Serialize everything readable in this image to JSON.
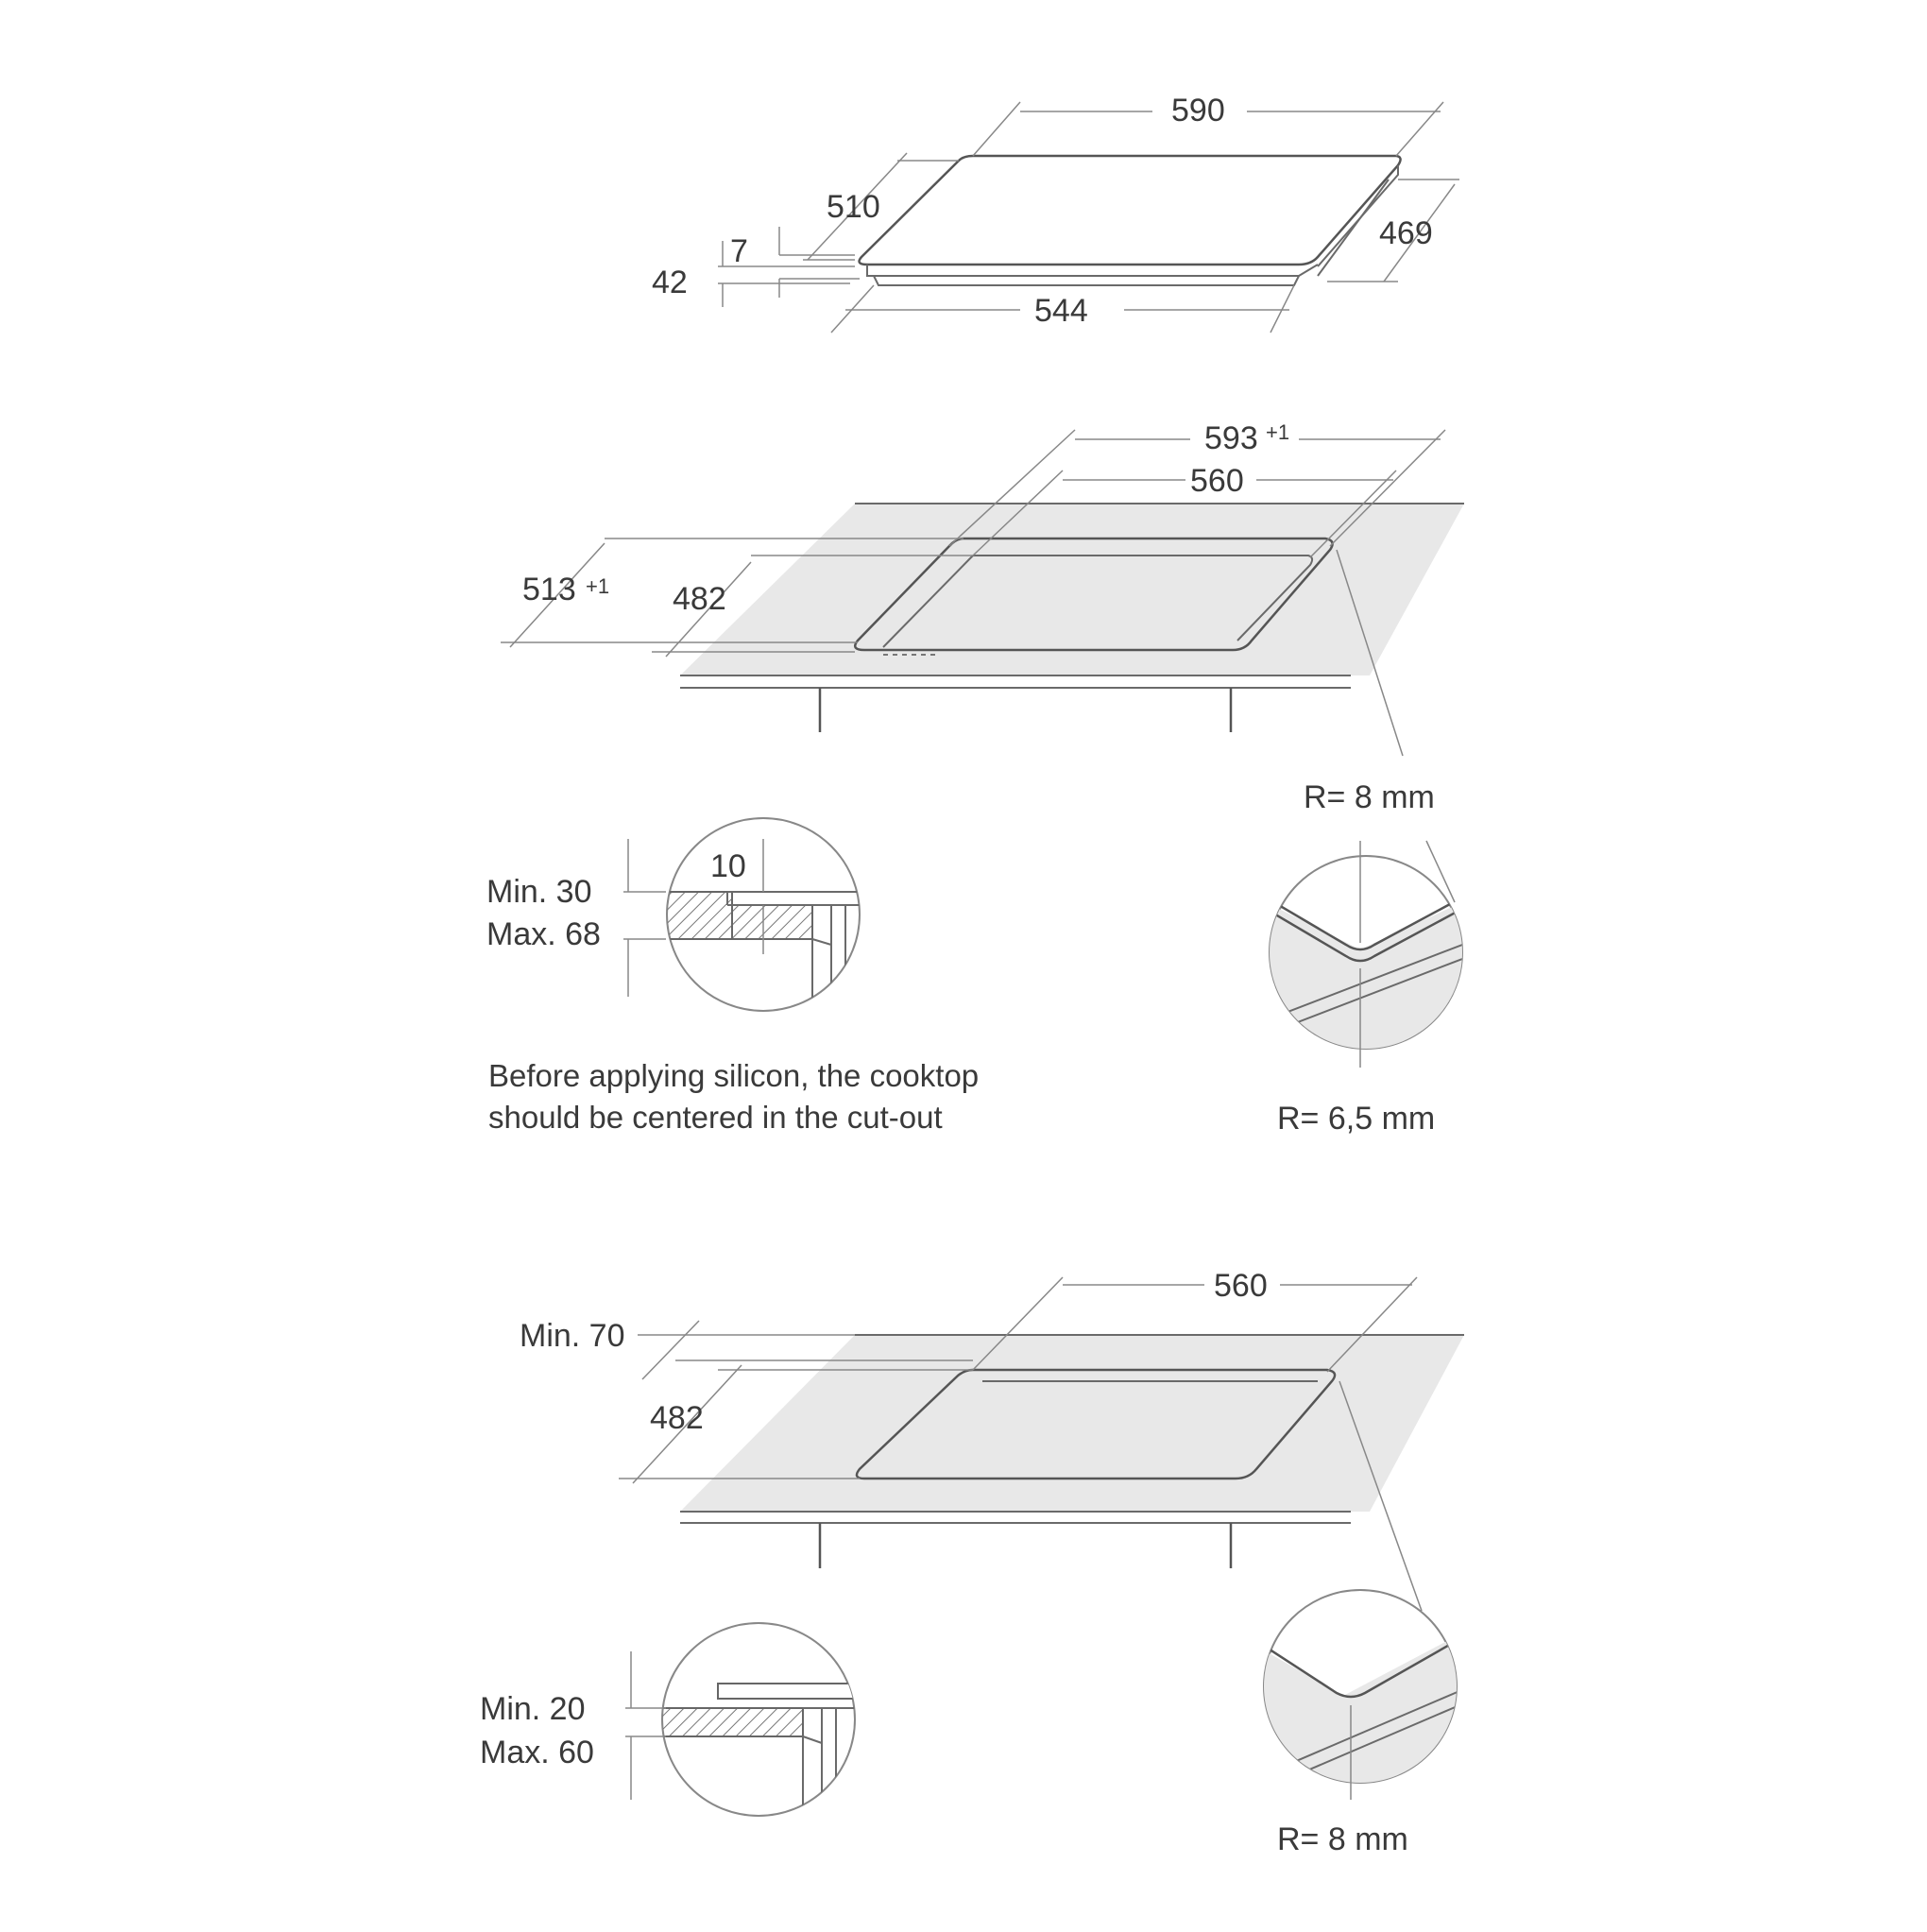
{
  "hob": {
    "width": "590",
    "depth": "510",
    "glass_thickness": "7",
    "total_height": "42",
    "body_width": "544",
    "body_depth": "469"
  },
  "flush_install": {
    "outer_width": "593",
    "outer_width_tolerance": "+1",
    "inner_width": "560",
    "outer_depth": "513",
    "outer_depth_tolerance": "+1",
    "inner_depth": "482",
    "corner_radius_outer": "R= 8 mm",
    "corner_radius_inner": "R= 6,5 mm",
    "step_depth": "10",
    "worktop_min": "Min. 30",
    "worktop_max": "Max. 68",
    "note_line1": "Before applying silicon, the cooktop",
    "note_line2": "should be centered in the cut-out"
  },
  "standard_install": {
    "width": "560",
    "rear_clearance": "Min. 70",
    "depth": "482",
    "worktop_min": "Min. 20",
    "worktop_max": "Max. 60",
    "corner_radius": "R= 8 mm"
  }
}
